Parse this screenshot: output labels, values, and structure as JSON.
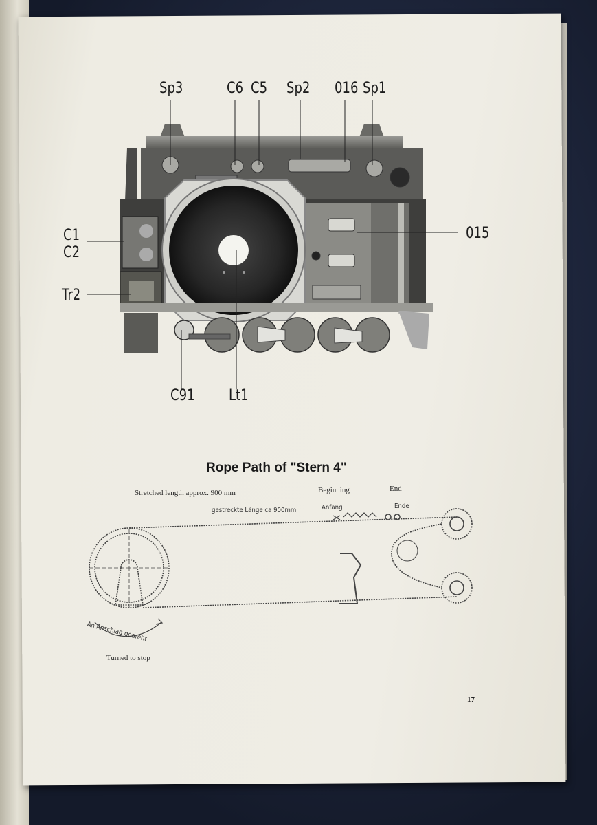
{
  "photo_labels": {
    "sp3": "Sp3",
    "c6": "C6",
    "c5": "C5",
    "sp2": "Sp2",
    "o16": "016",
    "sp1": "Sp1",
    "c1": "C1",
    "c2": "C2",
    "o15": "015",
    "tr2": "Tr2",
    "c91": "C91",
    "lt1": "Lt1"
  },
  "diagram": {
    "title": "Rope Path of \"Stern 4\"",
    "stretched_length_en": "Stretched length approx. 900 mm",
    "stretched_length_de": "gestreckte Länge ca 900mm",
    "beginning_en": "Beginning",
    "beginning_de": "Anfang",
    "end_en": "End",
    "end_de": "Ende",
    "turned_de": "An Anschlag gedreht",
    "turned_en": "Turned to stop"
  },
  "page_number": "17"
}
